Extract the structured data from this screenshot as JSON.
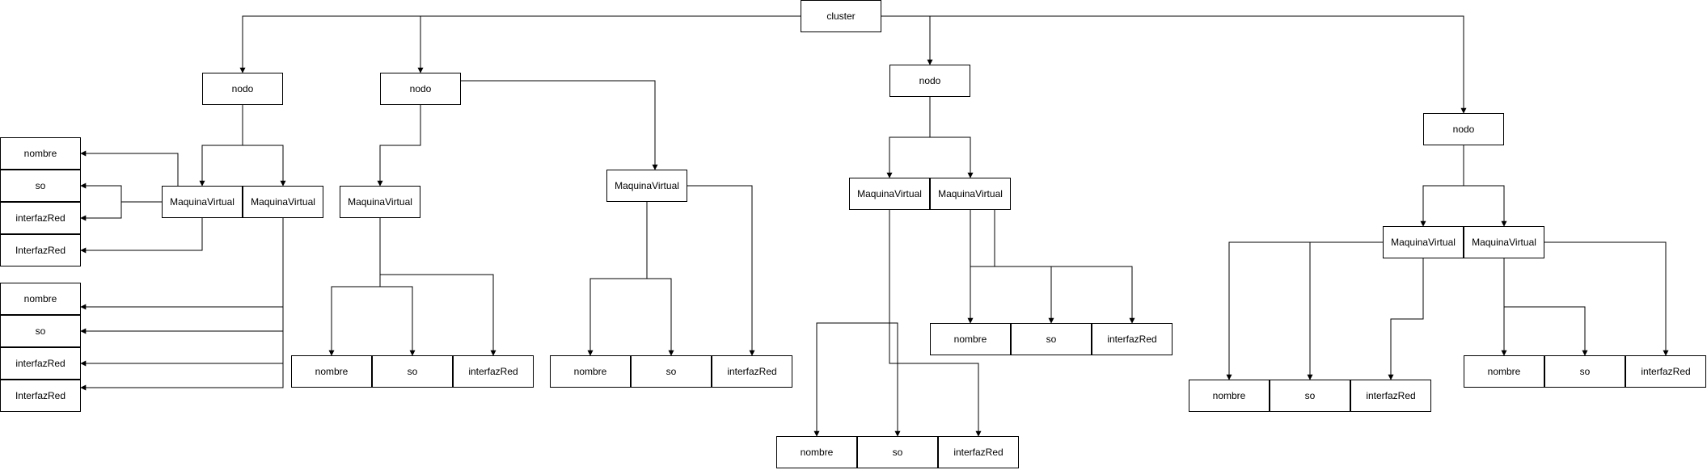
{
  "nodes": [
    {
      "id": "cluster",
      "label": "cluster"
    },
    {
      "id": "nodo1",
      "label": "nodo"
    },
    {
      "id": "nodo2",
      "label": "nodo"
    },
    {
      "id": "nodo3",
      "label": "nodo"
    },
    {
      "id": "nodo4",
      "label": "nodo"
    },
    {
      "id": "vm1a",
      "label": "MaquinaVirtual"
    },
    {
      "id": "vm1b",
      "label": "MaquinaVirtual"
    },
    {
      "id": "vm2a",
      "label": "MaquinaVirtual"
    },
    {
      "id": "vm2b",
      "label": "MaquinaVirtual"
    },
    {
      "id": "vm3a",
      "label": "MaquinaVirtual"
    },
    {
      "id": "vm3b",
      "label": "MaquinaVirtual"
    },
    {
      "id": "vm4a",
      "label": "MaquinaVirtual"
    },
    {
      "id": "vm4b",
      "label": "MaquinaVirtual"
    },
    {
      "id": "a_nombre",
      "label": "nombre"
    },
    {
      "id": "a_so",
      "label": "so"
    },
    {
      "id": "a_interfazRed",
      "label": "interfazRed"
    },
    {
      "id": "a_InterfazRed",
      "label": "InterfazRed"
    },
    {
      "id": "b_nombre",
      "label": "nombre"
    },
    {
      "id": "b_so",
      "label": "so"
    },
    {
      "id": "b_interfazRed",
      "label": "interfazRed"
    },
    {
      "id": "b_InterfazRed",
      "label": "InterfazRed"
    },
    {
      "id": "c_nombre",
      "label": "nombre"
    },
    {
      "id": "c_so",
      "label": "so"
    },
    {
      "id": "c_interfazRed",
      "label": "interfazRed"
    },
    {
      "id": "d_nombre",
      "label": "nombre"
    },
    {
      "id": "d_so",
      "label": "so"
    },
    {
      "id": "d_interfazRed",
      "label": "interfazRed"
    },
    {
      "id": "e_nombre",
      "label": "nombre"
    },
    {
      "id": "e_so",
      "label": "so"
    },
    {
      "id": "e_interfazRed",
      "label": "interfazRed"
    },
    {
      "id": "f_nombre",
      "label": "nombre"
    },
    {
      "id": "f_so",
      "label": "so"
    },
    {
      "id": "f_interfazRed",
      "label": "interfazRed"
    },
    {
      "id": "g_nombre",
      "label": "nombre"
    },
    {
      "id": "g_so",
      "label": "so"
    },
    {
      "id": "g_interfazRed",
      "label": "interfazRed"
    },
    {
      "id": "h_nombre",
      "label": "nombre"
    },
    {
      "id": "h_so",
      "label": "so"
    },
    {
      "id": "h_interfazRed",
      "label": "interfazRed"
    }
  ]
}
